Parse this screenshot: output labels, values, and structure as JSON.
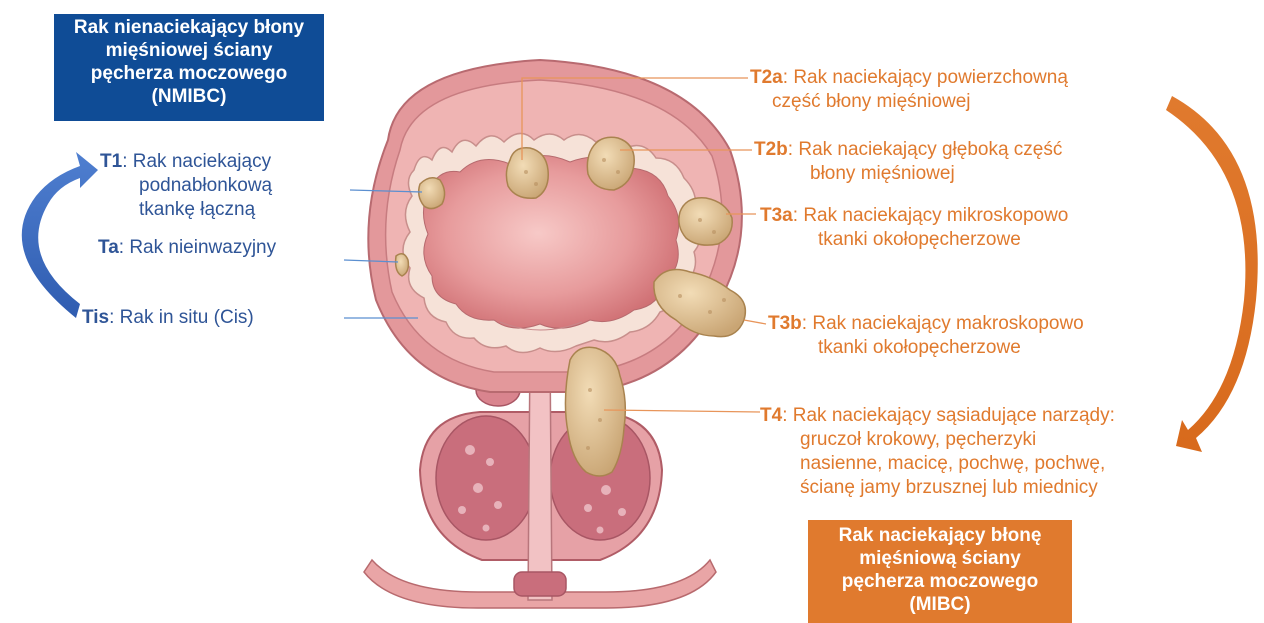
{
  "colors": {
    "nmibc": "#0f4c96",
    "mibc": "#e07a2e",
    "blue_text": "#2f5597",
    "orange_text": "#e07a2e"
  },
  "nmibc_title": [
    "Rak nienaciekający błony",
    "mięśniowej ściany",
    "pęcherza moczowego",
    "(NMIBC)"
  ],
  "mibc_title": [
    "Rak naciekający błonę",
    "mięśniową ściany",
    "pęcherza moczowego",
    "(MIBC)"
  ],
  "stages_left": [
    {
      "code": "T1",
      "sep": ":",
      "lines": [
        "Rak naciekający",
        "podnabłonkową",
        "tkankę łączną"
      ]
    },
    {
      "code": "Ta",
      "sep": ":",
      "lines": [
        "Rak nieinwazyjny"
      ]
    },
    {
      "code": "Tis",
      "sep": ":",
      "lines": [
        "Rak in situ (Cis)"
      ]
    }
  ],
  "stages_right": [
    {
      "code": "T2a",
      "sep": ":",
      "lines": [
        "Rak naciekający powierzchowną",
        "część błony mięśniowej"
      ]
    },
    {
      "code": "T2b",
      "sep": ":",
      "lines": [
        "Rak naciekający głęboką część",
        "błony mięśniowej"
      ]
    },
    {
      "code": "T3a",
      "sep": ":",
      "lines": [
        "Rak naciekający mikroskopowo",
        "tkanki okołopęcherzowe"
      ]
    },
    {
      "code": "T3b",
      "sep": ":",
      "lines": [
        "Rak naciekający makroskopowo",
        "tkanki okołopęcherzowe"
      ]
    },
    {
      "code": "T4",
      "sep": ":",
      "lines": [
        "Rak naciekający sąsiadujące narządy:",
        "gruczoł krokowy, pęcherzyki",
        "nasienne, macicę, pochwę, pochwę,",
        "ścianę jamy brzusznej lub miednicy"
      ]
    }
  ]
}
